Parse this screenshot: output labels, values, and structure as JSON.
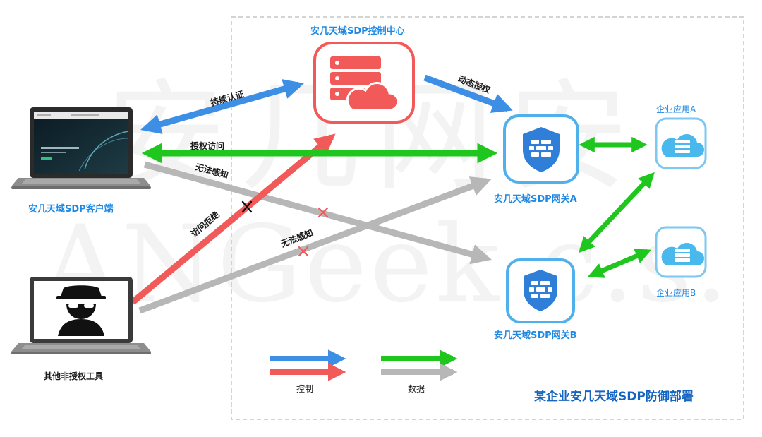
{
  "watermark": {
    "chars": "安几网安",
    "latin": "ANGeek.c.s."
  },
  "labels": {
    "control_center": "安几天域SDP控制中心",
    "client": "安几天域SDP客户端",
    "other_tools": "其他非授权工具",
    "gateway_a": "安几天域SDP网关A",
    "gateway_b": "安几天域SDP网关B",
    "app_a": "企业应用A",
    "app_b": "企业应用B",
    "deployment_title": "某企业安几天域SDP防御部署"
  },
  "edges": {
    "continuous_auth": "持续认证",
    "dynamic_auth": "动态授权",
    "authorized_access": "授权访问",
    "cannot_perceive_1": "无法感知",
    "access_denied": "访问拒绝",
    "cannot_perceive_2": "无法感知"
  },
  "legend": {
    "control": "控制",
    "data": "数据"
  },
  "colors": {
    "control_blue": "#3d8fe6",
    "control_red": "#f25a5a",
    "data_green": "#1ec61e",
    "data_gray": "#b7b7b7",
    "gateway_border": "#4fb0ec",
    "app_cloud": "#49b8ec"
  },
  "icons": {
    "control_center": "server-cloud-icon",
    "gateway": "shield-firewall-icon",
    "app": "cloud-server-icon",
    "client": "laptop-icon",
    "attacker": "hacker-icon",
    "blocked": "cross-mark-icon"
  }
}
